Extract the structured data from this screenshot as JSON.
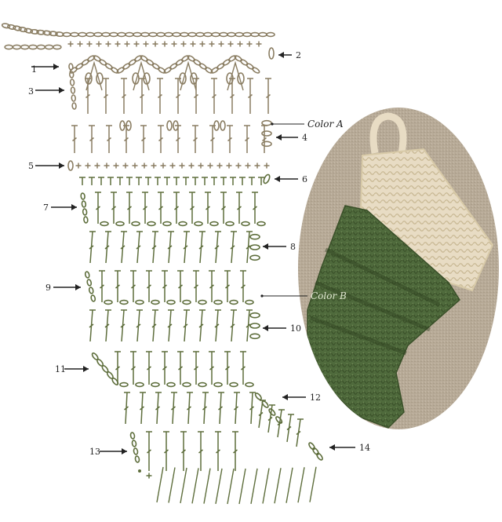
{
  "rows": [
    {
      "number": "1"
    },
    {
      "number": "2"
    },
    {
      "number": "3"
    },
    {
      "number": "4"
    },
    {
      "number": "5"
    },
    {
      "number": "6"
    },
    {
      "number": "7"
    },
    {
      "number": "8"
    },
    {
      "number": "9"
    },
    {
      "number": "10"
    },
    {
      "number": "11"
    },
    {
      "number": "12"
    },
    {
      "number": "13"
    },
    {
      "number": "14"
    }
  ],
  "color_labels": {
    "a": "Color A",
    "b": "Color B"
  },
  "colors": {
    "color_a": "#8a7d62",
    "color_b": "#5e6e3c",
    "ink": "#222222",
    "photo_background": "#b7aa97",
    "photo_cuff": "#e8dcc4",
    "photo_body": "#4f6a3c"
  },
  "photo": {
    "subject": "crocheted mini stocking, cream cuff and green body"
  }
}
